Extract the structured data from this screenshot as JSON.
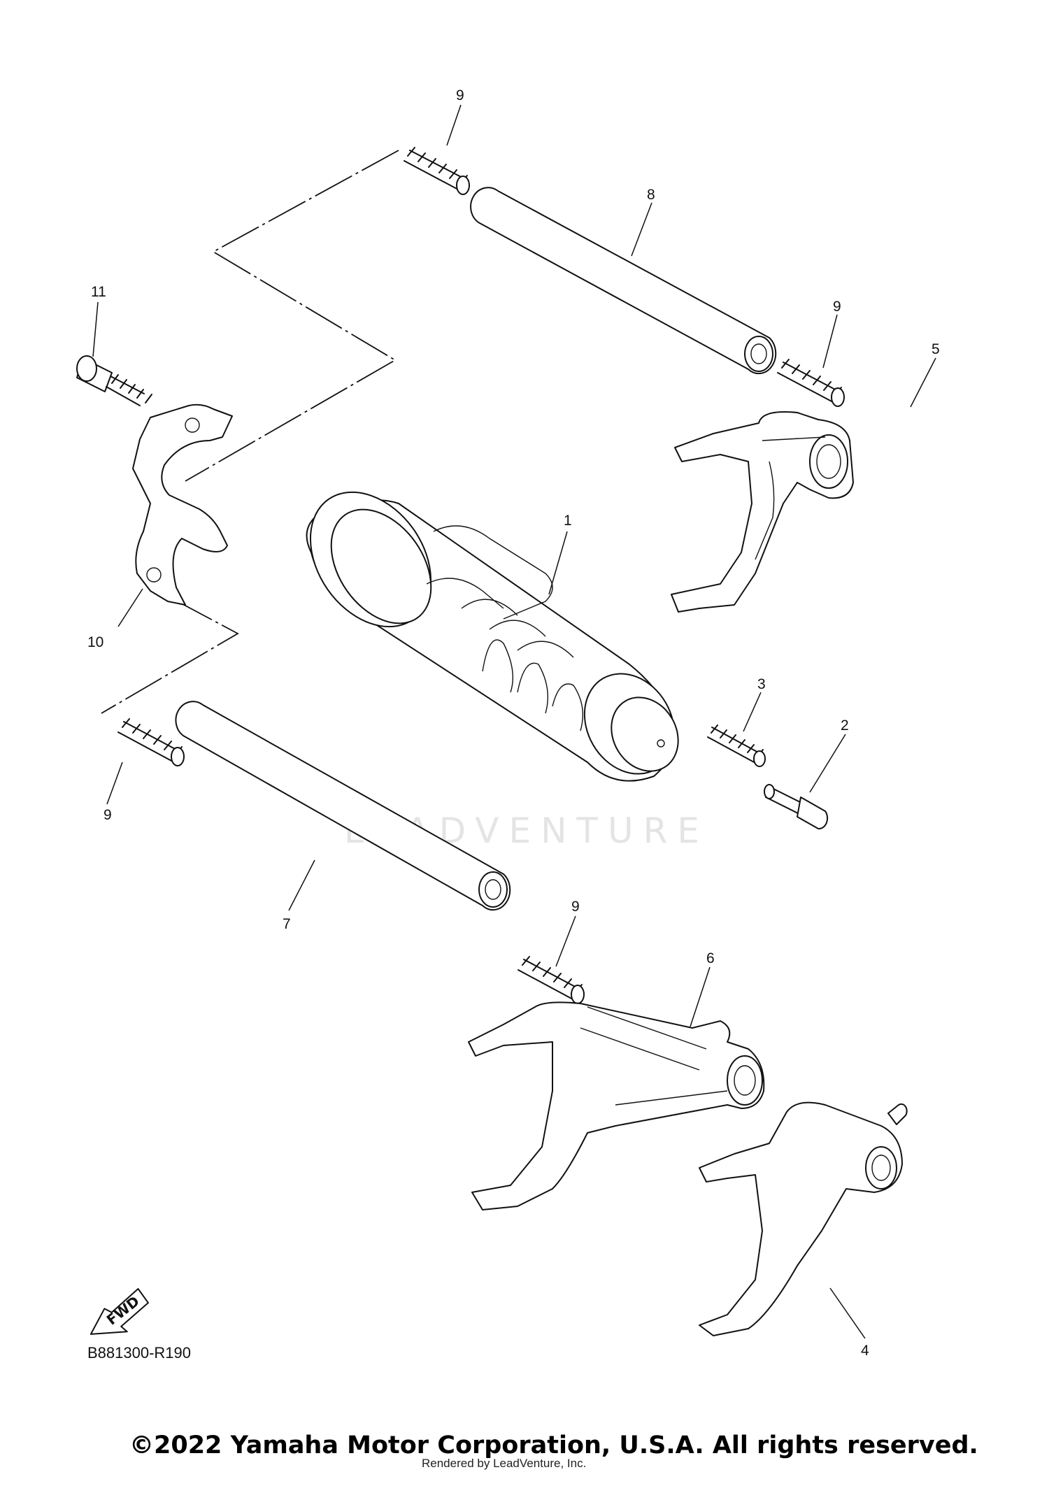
{
  "diagram": {
    "diagram_code": "B881300-R190",
    "watermark": "LEADVENTURE",
    "copyright": "©2022 Yamaha Motor Corporation, U.S.A. All rights reserved.",
    "rendered_by": "Rendered by LeadVenture, Inc.",
    "fwd_label": "FWD",
    "callouts": [
      {
        "id": "c1",
        "label": "1"
      },
      {
        "id": "c2",
        "label": "2"
      },
      {
        "id": "c3",
        "label": "3"
      },
      {
        "id": "c4",
        "label": "4"
      },
      {
        "id": "c5",
        "label": "5"
      },
      {
        "id": "c6",
        "label": "6"
      },
      {
        "id": "c7",
        "label": "7"
      },
      {
        "id": "c8",
        "label": "8"
      },
      {
        "id": "c9a",
        "label": "9"
      },
      {
        "id": "c9b",
        "label": "9"
      },
      {
        "id": "c9c",
        "label": "9"
      },
      {
        "id": "c9d",
        "label": "9"
      },
      {
        "id": "c10",
        "label": "10"
      },
      {
        "id": "c11",
        "label": "11"
      }
    ]
  }
}
